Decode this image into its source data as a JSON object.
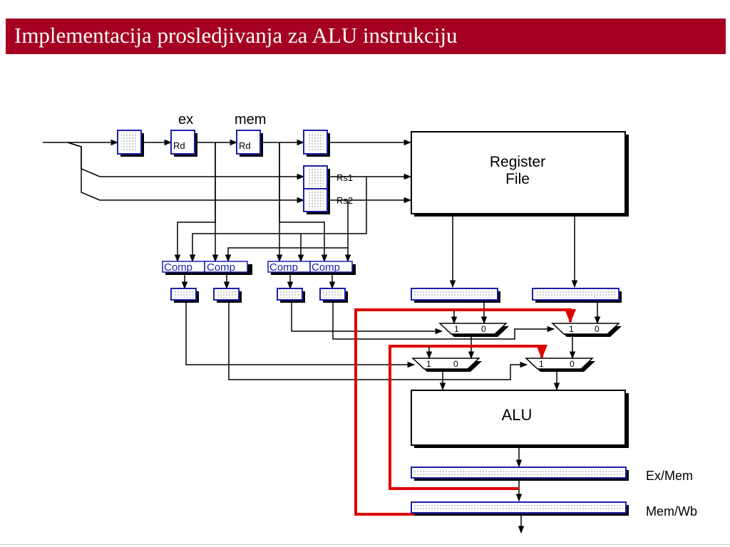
{
  "title": "Implementacija prosledjivanja za ALU instrukciju",
  "colors": {
    "title_bar": "#a50021",
    "title_text": "#ffffff",
    "register_border": "#1b1fa8",
    "forward_path": "#e00000",
    "wire": "#000000"
  },
  "labels": {
    "ex": "ex",
    "mem": "mem",
    "rd": "Rd",
    "rs1": "Rs1",
    "rs2": "Rs2",
    "register_file": [
      "Register",
      "File"
    ],
    "alu": "ALU",
    "ex_mem": "Ex/Mem",
    "mem_wb": "Mem/Wb",
    "comp": "Comp",
    "mux_in1": "1",
    "mux_in0": "0"
  }
}
